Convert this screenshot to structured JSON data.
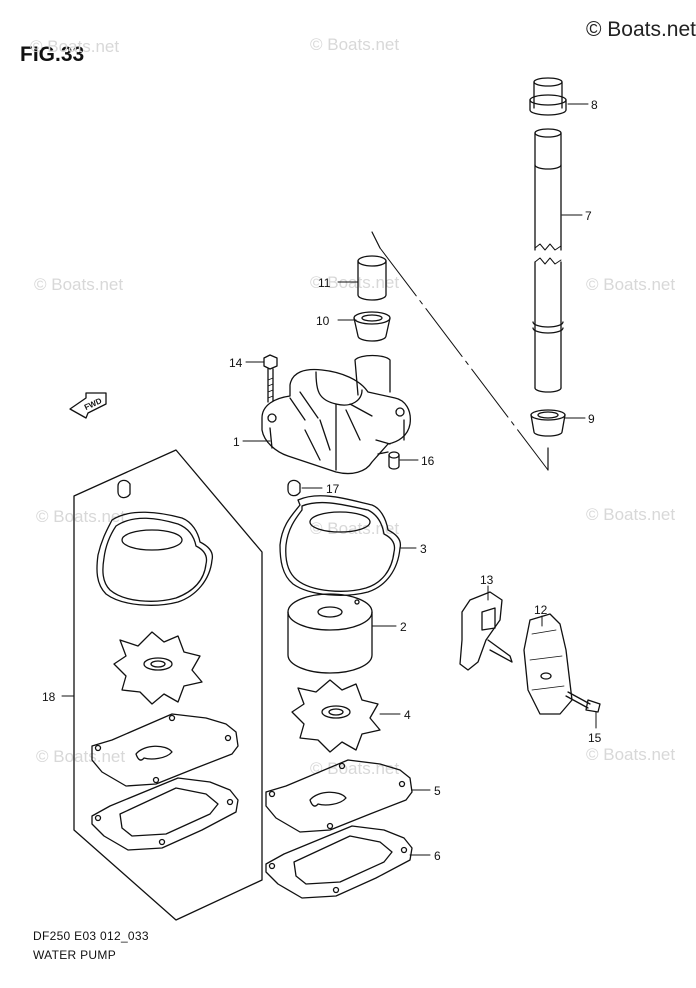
{
  "figure_label": "FIG.33",
  "copyright": "© Boats.net",
  "watermark": "© Boats.net",
  "model_code": "DF250 E03 012_033",
  "section_title": "WATER PUMP",
  "direction_arrow": "FWD",
  "callouts": {
    "p1": "1",
    "p2": "2",
    "p3": "3",
    "p4": "4",
    "p5": "5",
    "p6": "6",
    "p7": "7",
    "p8": "8",
    "p9": "9",
    "p10": "10",
    "p11": "11",
    "p12": "12",
    "p13": "13",
    "p14": "14",
    "p15": "15",
    "p16": "16",
    "p17": "17",
    "p18": "18"
  }
}
